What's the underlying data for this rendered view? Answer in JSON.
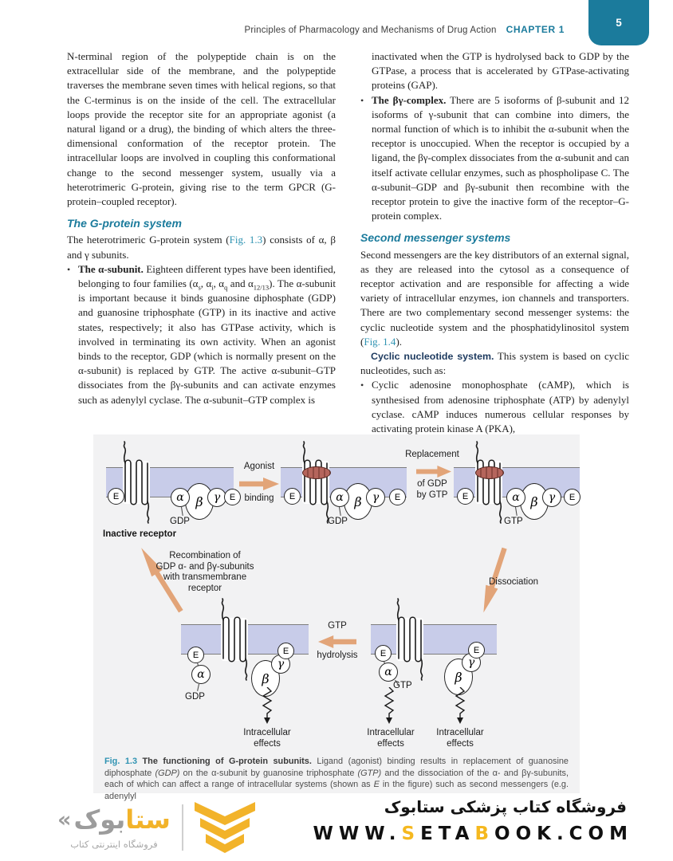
{
  "colors": {
    "teal": "#1b7b9c",
    "link_teal": "#2f93b2",
    "navy": "#1d3a5f",
    "gold": "#f5b81f",
    "membrane": "#c8cce9",
    "arrow_tan": "#e2a478",
    "figure_bg": "#f2f2f3"
  },
  "ui": {
    "bullet": "•"
  },
  "header": {
    "running_title": "Principles of Pharmacology and Mechanisms of Drug Action",
    "chapter_label": "CHAPTER 1",
    "page_number": "5"
  },
  "left_column": {
    "para1": "N-terminal region of the polypeptide chain is on the extracellular side of the membrane, and the polypeptide traverses the membrane seven times with helical regions, so that the C-terminus is on the inside of the cell. The extracellular loops provide the receptor site for an appropriate agonist (a natural ligand or a drug), the binding of which alters the three-dimensional conformation of the receptor protein. The intracellular loops are involved in coupling this conformational change to the second messenger system, usually via a heterotrimeric G-protein, giving rise to the term GPCR (G-protein–coupled receptor).",
    "heading1": "The G-protein system",
    "para2": {
      "pre": "The heterotrimeric G-protein system (",
      "link": "Fig. 1.3",
      "post": ") consists of α, β and γ subunits."
    },
    "bullet1": {
      "lead": "The α-subunit.",
      "t1": " Eighteen different types have been identified, belonging to four families (α",
      "s1": "s",
      "t2": ", α",
      "s2": "i",
      "t3": ", α",
      "s3": "q",
      "t4": " and α",
      "s4": "12/13",
      "t5": "). The α-subunit is important because it binds guanosine diphosphate (GDP) and guanosine triphosphate (GTP) in its inactive and active states, respectively; it also has GTPase activity, which is involved in terminating its own activity. When an agonist binds to the receptor, GDP (which is normally present on the α-subunit) is replaced by GTP. The active α-subunit–GTP dissociates from the βγ-subunits and can activate enzymes such as adenylyl cyclase. The α-subunit–GTP complex is"
    }
  },
  "right_column": {
    "cont1": "inactivated when the GTP is hydrolysed back to GDP by the GTPase, a process that is accelerated by GTPase-activating proteins (GAP).",
    "bullet2": {
      "lead": "The βγ-complex.",
      "text": " There are 5 isoforms of β-subunit and 12 isoforms of γ-subunit that can combine into dimers, the normal function of which is to inhibit the α-subunit when the receptor is unoccupied. When the receptor is occupied by a ligand, the βγ-complex dissociates from the α-subunit and can itself activate cellular enzymes, such as phospholipase C. The α-subunit–GDP and βγ-subunit then recombine with the receptor protein to give the inactive form of the receptor–G-protein complex."
    },
    "heading2": "Second messenger systems",
    "para3": {
      "pre": "Second messengers are the key distributors of an external signal, as they are released into the cytosol as a consequence of receptor activation and are responsible for affecting a wide variety of intracellular enzymes, ion channels and transporters. There are two complementary second messenger systems: the cyclic nucleotide system and the phosphatidylinositol system (",
      "link": "Fig. 1.4",
      "post": ")."
    },
    "para4": {
      "lead": "Cyclic nucleotide system.",
      "text": "  This system is based on cyclic nucleotides, such as:"
    },
    "bullet3": "Cyclic adenosine monophosphate (cAMP), which is synthesised from adenosine triphosphate (ATP) by adenylyl cyclase. cAMP induces numerous cellular responses by activating protein kinase A (PKA),"
  },
  "figure": {
    "subunits": {
      "alpha": "α",
      "beta": "β",
      "gamma": "γ",
      "enzyme": "E"
    },
    "labels": {
      "gdp": "GDP",
      "gtp": "GTP",
      "inactive_receptor": "Inactive receptor",
      "agonist": "Agonist",
      "binding": "binding",
      "replacement": "Replacement",
      "of_gdp": "of GDP",
      "by_gtp": "by GTP",
      "dissociation": "Dissociation",
      "recomb": [
        "Recombination of",
        "GDP α- and βγ-subunits",
        "with transmembrane",
        "receptor"
      ],
      "hydrolysis_gtp": "GTP",
      "hydrolysis": "hydrolysis",
      "intracellular": "Intracellular",
      "effects": "effects"
    },
    "caption_label": "Fig. 1.3",
    "caption_bold": "The functioning of G-protein subunits.",
    "cap1": " Ligand (agonist) binding results in replacement of guanosine diphosphate ",
    "cap_i1": "(GDP)",
    "cap2": " on the α-subunit by guanosine triphosphate ",
    "cap_i2": "(GTP)",
    "cap3": " and the dissociation of the α- and βγ-subunits, each of which can affect a range of intracellular systems (shown as ",
    "cap_i3": "E",
    "cap4": " in the figure) such as second messengers (e.g. adenylyl"
  },
  "footer": {
    "store_title_fa": "فروشگاه کتاب پزشکی ستابوک",
    "website_parts": [
      "WWW.",
      "S",
      "ETA",
      "B",
      "OOK.COM"
    ],
    "logo": {
      "guillemet": "«",
      "wordmark_first": "ستا",
      "wordmark_rest": "بوک",
      "subtitle_fa": "فروشگاه اینترنتی کتاب"
    }
  }
}
